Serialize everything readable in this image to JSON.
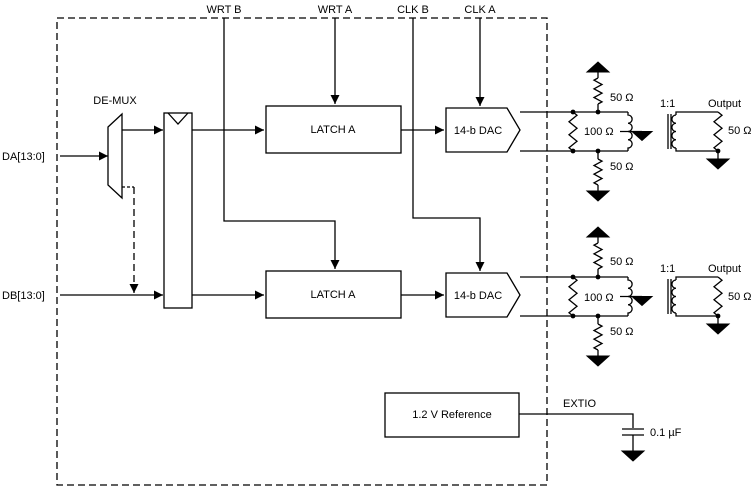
{
  "inputs": {
    "da": "DA[13:0]",
    "db": "DB[13:0]"
  },
  "top_signals": {
    "wrt_b": "WRT B",
    "wrt_a": "WRT A",
    "clk_b": "CLK B",
    "clk_a": "CLK A"
  },
  "demux_label": "DE-MUX",
  "latch_top_label": "LATCH A",
  "latch_bottom_label": "LATCH A",
  "dac_top_label": "14-b DAC",
  "dac_bottom_label": "14-b DAC",
  "ref_label": "1.2 V Reference",
  "extio_label": "EXTIO",
  "cap_label": "0.1 µF",
  "top_output": {
    "r_up": "50 Ω",
    "r_diff": "100 Ω",
    "r_down": "50 Ω",
    "ratio": "1:1",
    "output": "Output",
    "r_load": "50 Ω"
  },
  "bottom_output": {
    "r_up": "50 Ω",
    "r_diff": "100 Ω",
    "r_down": "50 Ω",
    "ratio": "1:1",
    "output": "Output",
    "r_load": "50 Ω"
  }
}
